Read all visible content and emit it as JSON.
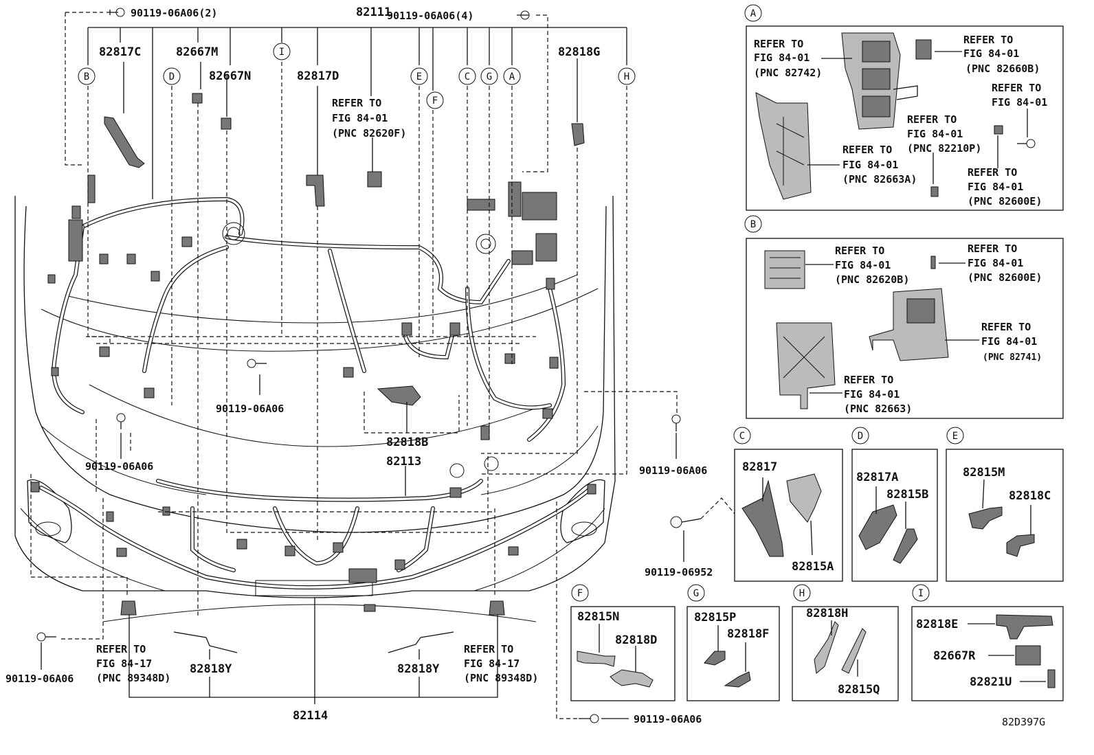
{
  "diagram_code": "82D397G",
  "main_labels": {
    "harness_82111": "82111",
    "harness_82113": "82113",
    "harness_82114": "82114",
    "p82817C": "82817C",
    "p82667M": "82667M",
    "p82667N": "82667N",
    "p82817D": "82817D",
    "p82818G": "82818G",
    "p82818B": "82818B",
    "p82818Y_left": "82818Y",
    "p82818Y_right": "82818Y"
  },
  "bolts": {
    "top_left": "90119-06A06(2)",
    "top_right": "90119-06A06(4)",
    "center": "90119-06A06",
    "left_mid": "90119-06A06",
    "right_mid": "90119-06A06",
    "bottom_left": "90119-06A06",
    "bottom_right": "90119-06A06",
    "c_detail": "90119-06952"
  },
  "refer_center": [
    "REFER TO",
    "FIG 84-01",
    "(PNC 82620F)"
  ],
  "refer_bottom_left": [
    "REFER TO",
    "FIG 84-17",
    "(PNC 89348D)"
  ],
  "refer_bottom_right": [
    "REFER TO",
    "FIG 84-17",
    "(PNC 89348D)"
  ],
  "callout_circles": [
    "B",
    "D",
    "I",
    "E",
    "F",
    "C",
    "G",
    "A",
    "H"
  ],
  "panel_A": {
    "letter": "A",
    "refs": [
      [
        "REFER TO",
        "FIG 84-01",
        "(PNC 82742)"
      ],
      [
        "REFER TO",
        "FIG 84-01",
        "(PNC 82660B)"
      ],
      [
        "REFER TO",
        "FIG 84-01"
      ],
      [
        "REFER TO",
        "FIG 84-01",
        "(PNC 82210P)"
      ],
      [
        "REFER TO",
        "FIG 84-01",
        "(PNC 82663A)"
      ],
      [
        "REFER TO",
        "FIG 84-01",
        "(PNC 82600E)"
      ]
    ]
  },
  "panel_B": {
    "letter": "B",
    "refs": [
      [
        "REFER TO",
        "FIG 84-01",
        "(PNC 82620B)"
      ],
      [
        "REFER TO",
        "FIG 84-01",
        "(PNC 82600E)"
      ],
      [
        "REFER TO",
        "FIG 84-01",
        "(PNC 82741)"
      ],
      [
        "REFER TO",
        "FIG 84-01",
        "(PNC 82663)"
      ]
    ]
  },
  "panel_C": {
    "letter": "C",
    "parts": [
      "82817",
      "82815A"
    ]
  },
  "panel_D": {
    "letter": "D",
    "parts": [
      "82817A",
      "82815B"
    ]
  },
  "panel_E": {
    "letter": "E",
    "parts": [
      "82815M",
      "82818C"
    ]
  },
  "panel_F": {
    "letter": "F",
    "parts": [
      "82815N",
      "82818D"
    ]
  },
  "panel_G": {
    "letter": "G",
    "parts": [
      "82815P",
      "82818F"
    ]
  },
  "panel_H": {
    "letter": "H",
    "parts": [
      "82818H",
      "82815Q"
    ]
  },
  "panel_I": {
    "letter": "I",
    "parts": [
      "82818E",
      "82667R",
      "82821U"
    ]
  }
}
